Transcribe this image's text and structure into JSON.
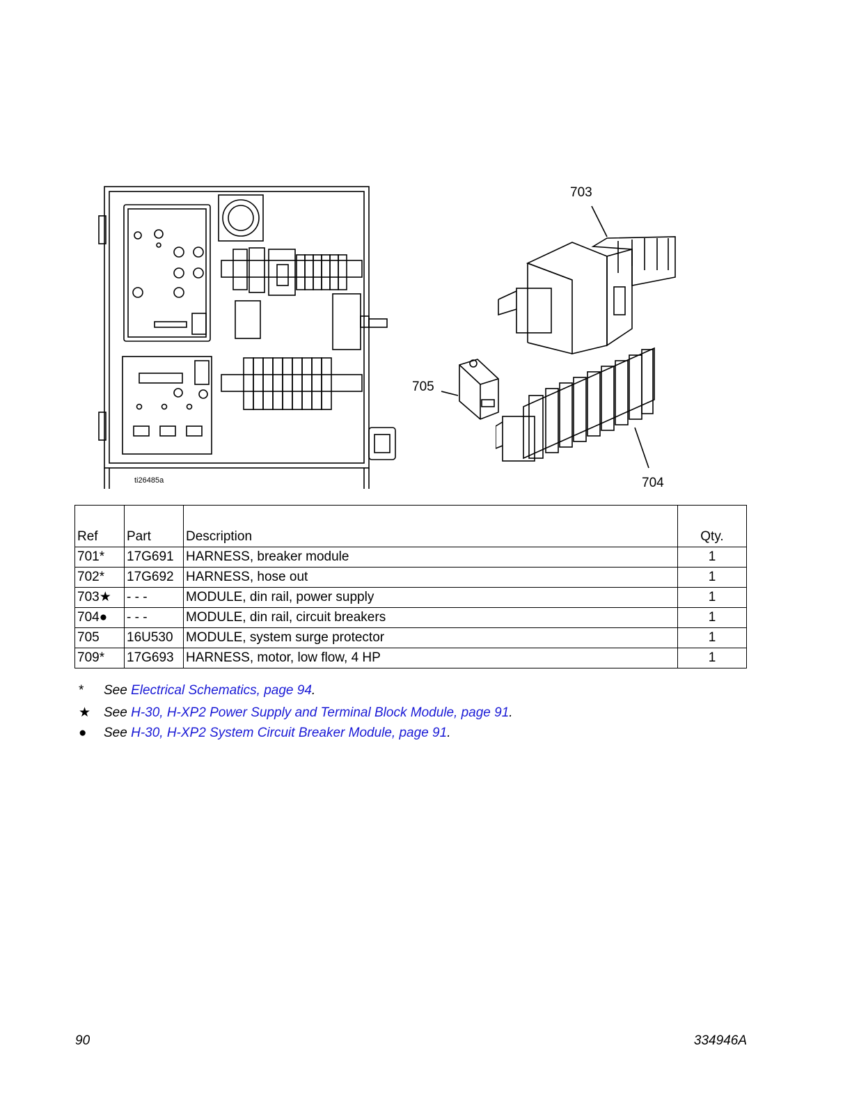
{
  "figure": {
    "id": "ti26485a",
    "callouts": {
      "c703": "703",
      "c705": "705",
      "c704": "704"
    }
  },
  "table": {
    "headers": {
      "ref": "Ref",
      "part": "Part",
      "description": "Description",
      "qty": "Qty."
    },
    "rows": [
      {
        "ref": "701*",
        "part": "17G691",
        "description": "HARNESS, breaker module",
        "qty": "1"
      },
      {
        "ref": "702*",
        "part": "17G692",
        "description": "HARNESS, hose out",
        "qty": "1"
      },
      {
        "ref": "703★",
        "part": "- - -",
        "description": "MODULE, din rail, power supply",
        "qty": "1"
      },
      {
        "ref": "704●",
        "part": "- - -",
        "description": "MODULE, din rail, circuit breakers",
        "qty": "1"
      },
      {
        "ref": "705",
        "part": "16U530",
        "description": "MODULE, system surge protector",
        "qty": "1"
      },
      {
        "ref": "709*",
        "part": "17G693",
        "description": "HARNESS, motor, low flow, 4 HP",
        "qty": "1"
      }
    ]
  },
  "notes": [
    {
      "symbol": "*",
      "prefix": "See ",
      "link": "Electrical Schematics, page 94",
      "suffix": "."
    },
    {
      "symbol": "★",
      "prefix": "See ",
      "link": "H-30, H-XP2 Power Supply and Terminal Block Module, page 91",
      "suffix": "."
    },
    {
      "symbol": "●",
      "prefix": "See ",
      "link": "H-30, H-XP2 System Circuit Breaker Module, page 91",
      "suffix": "."
    }
  ],
  "footer": {
    "page_number": "90",
    "doc_number": "334946A"
  }
}
